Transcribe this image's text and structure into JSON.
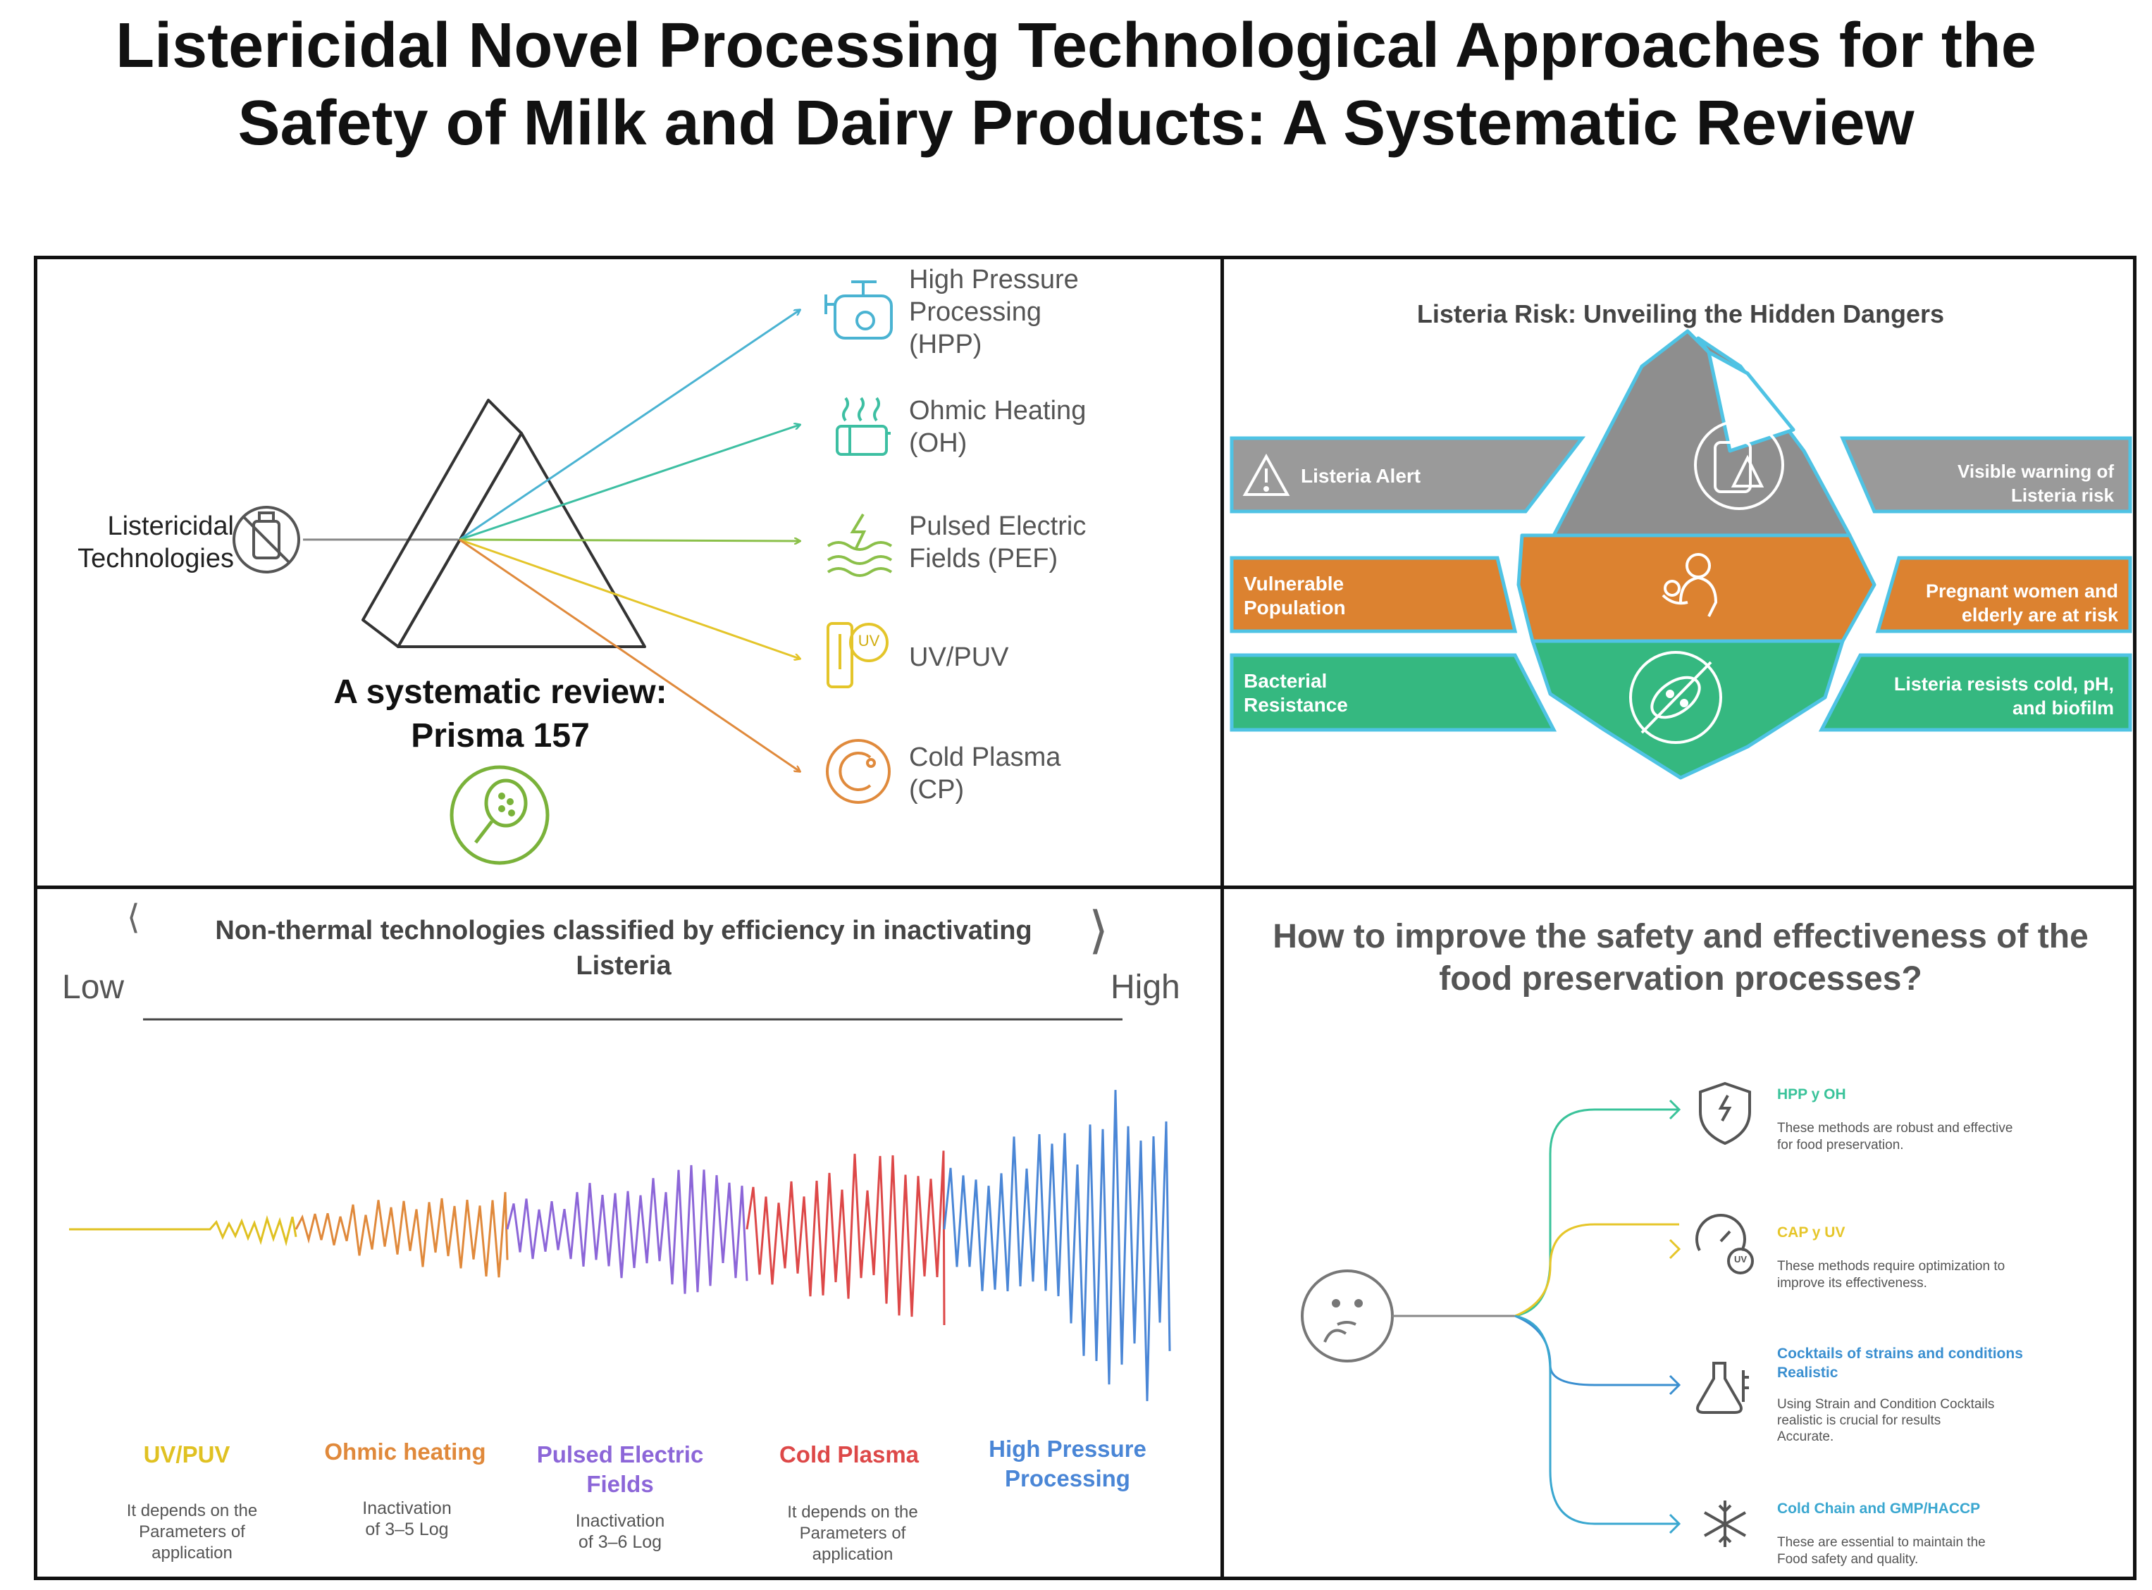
{
  "title_line1": "Listericidal Novel Processing Technological Approaches for the",
  "title_line2": "Safety of Milk and Dairy Products: A Systematic Review",
  "prism": {
    "source_line1": "Listericidal",
    "source_line2": "Technologies",
    "review_line1": "A systematic review:",
    "review_line2": "Prisma 157",
    "techs": [
      {
        "l1": "High Pressure",
        "l2": "Processing",
        "l3": "(HPP)",
        "color": "#4ab3d2"
      },
      {
        "l1": "Ohmic Heating",
        "l2": "(OH)",
        "color": "#3dbfa2"
      },
      {
        "l1": "Pulsed Electric",
        "l2": "Fields (PEF)",
        "color": "#8bc04a"
      },
      {
        "l1": "UV/PUV",
        "icon_text": "UV",
        "color": "#e4c52a"
      },
      {
        "l1": "Cold Plasma",
        "l2": "(CP)",
        "color": "#e08a3c"
      }
    ]
  },
  "iceberg": {
    "title": "Listeria Risk: Unveiling the Hidden Dangers",
    "rows": [
      {
        "left": "Listeria Alert",
        "right_l1": "Visible warning of",
        "right_l2": "Listeria risk",
        "color": "#9a9a9a"
      },
      {
        "left_l1": "Vulnerable",
        "left_l2": "Population",
        "right_l1": "Pregnant women and",
        "right_l2": "elderly are at risk",
        "color": "#dc8230"
      },
      {
        "left_l1": "Bacterial",
        "left_l2": "Resistance",
        "right_l1": "Listeria resists cold, pH,",
        "right_l2": "and biofilm",
        "color": "#35b880"
      }
    ],
    "edge_color": "#4fc3e4"
  },
  "efficiency": {
    "title_l1": "Non-thermal technologies classified by efficiency in inactivating",
    "title_l2": "Listeria",
    "low": "Low",
    "high": "High",
    "chevron_left": "⟨",
    "chevron_right": "⟩",
    "items": [
      {
        "name": "UV/PUV",
        "d1": "It depends on the",
        "d2": "Parameters of",
        "d3": "application",
        "color": "#e0c122"
      },
      {
        "name": "Ohmic heating",
        "d1": "Inactivation",
        "d2": "of 3–5 Log",
        "color": "#e0893b"
      },
      {
        "name_l1": "Pulsed Electric",
        "name_l2": "Fields",
        "d1": "Inactivation",
        "d2": "of 3–6 Log",
        "color": "#8c66d8"
      },
      {
        "name": "Cold Plasma",
        "d1": "It depends on the",
        "d2": "Parameters of",
        "d3": "application",
        "color": "#dd4848"
      },
      {
        "name_l1": "High Pressure",
        "name_l2": "Processing",
        "color": "#4a86d6"
      }
    ]
  },
  "improve": {
    "title_l1": "How to improve the safety and effectiveness of the",
    "title_l2": "food preservation processes?",
    "items": [
      {
        "head": "HPP y OH",
        "d1": "These methods are robust and effective",
        "d2": "for food preservation.",
        "color": "#3ac39a"
      },
      {
        "head": "CAP y UV",
        "d1": "These methods require optimization to",
        "d2": "improve its effectiveness.",
        "color": "#e6c62a",
        "icon_text": "UV"
      },
      {
        "head_l1": "Cocktails of strains and conditions",
        "head_l2": "Realistic",
        "d1": "Using Strain and Condition Cocktails",
        "d2": "realistic is crucial for results",
        "d3": "Accurate.",
        "color": "#3a8fd0"
      },
      {
        "head": "Cold Chain and GMP/HACCP",
        "d1": "These are essential to maintain the",
        "d2": "Food safety and quality.",
        "color": "#3aa7d0"
      }
    ]
  }
}
